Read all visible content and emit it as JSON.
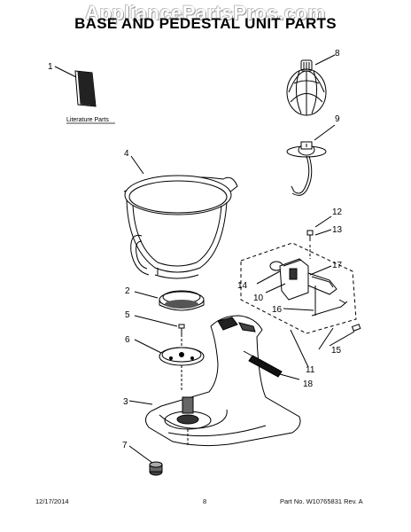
{
  "header": {
    "watermark": "AppliancePartsPros.com",
    "title": "BASE AND PEDESTAL UNIT PARTS"
  },
  "literature_label": "Literature Parts",
  "callouts": [
    "1",
    "2",
    "3",
    "4",
    "5",
    "6",
    "7",
    "8",
    "9",
    "10",
    "11",
    "12",
    "13",
    "14",
    "15",
    "16",
    "17",
    "18"
  ],
  "footer": {
    "date": "12/17/2014",
    "page": "8",
    "part_info": "Part No.   W10765831   Rev. A"
  }
}
